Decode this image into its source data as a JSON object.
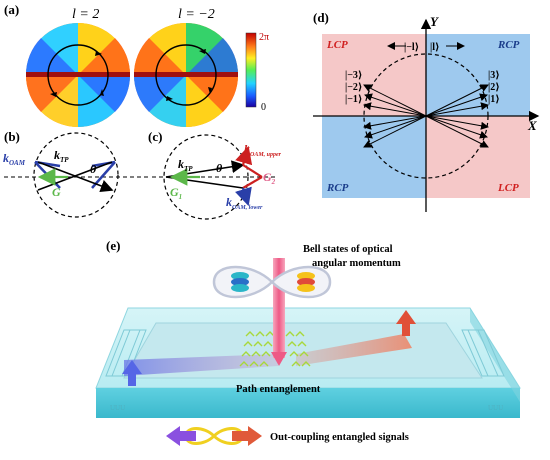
{
  "panels": {
    "a": {
      "label": "(a)",
      "left_title": "l = 2",
      "right_title": "l = −2",
      "colorbar_top": "2π",
      "colorbar_bottom": "0"
    },
    "b": {
      "label": "(b)",
      "k_oam": "k",
      "k_oam_sub": "OAM",
      "k_tp": "k",
      "k_tp_sub": "TP",
      "theta": "θ",
      "g": "G"
    },
    "c": {
      "label": "(c)",
      "k_tp": "k",
      "k_tp_sub": "TP",
      "k_upper": "k",
      "k_upper_sub": "OAM, upper",
      "k_lower": "k",
      "k_lower_sub": "OAM, lower",
      "g_right": "G",
      "g_left": "G",
      "g_left_sub": "1",
      "g_right_sub": "2",
      "theta": "θ"
    },
    "d": {
      "label": "(d)",
      "y_axis": "Y",
      "x_axis": "X",
      "top_left": "LCP",
      "top_right": "RCP",
      "bottom_left": "RCP",
      "bottom_right": "LCP",
      "arrow_left": "|−l⟩",
      "arrow_right": "|l⟩",
      "left_states": [
        "|−3⟩",
        "|−2⟩",
        "|−1⟩"
      ],
      "right_states": [
        "|3⟩",
        "|2⟩",
        "|1⟩"
      ]
    },
    "e": {
      "label": "(e)",
      "bell_line1": "Bell states of optical",
      "bell_line2": "angular momentum",
      "path_entanglement": "Path entanglement",
      "out_coupling": "Out-coupling entangled signals"
    }
  },
  "colors": {
    "lcp_bg": "#f5c8c8",
    "rcp_bg": "#9ec9ee",
    "oam_blue": "#2a3fa8",
    "grating_green": "#5cb84a",
    "upper_red": "#cc2020",
    "beam_pink": "#f06a92",
    "slab_cyan": "#a8e4ec"
  }
}
